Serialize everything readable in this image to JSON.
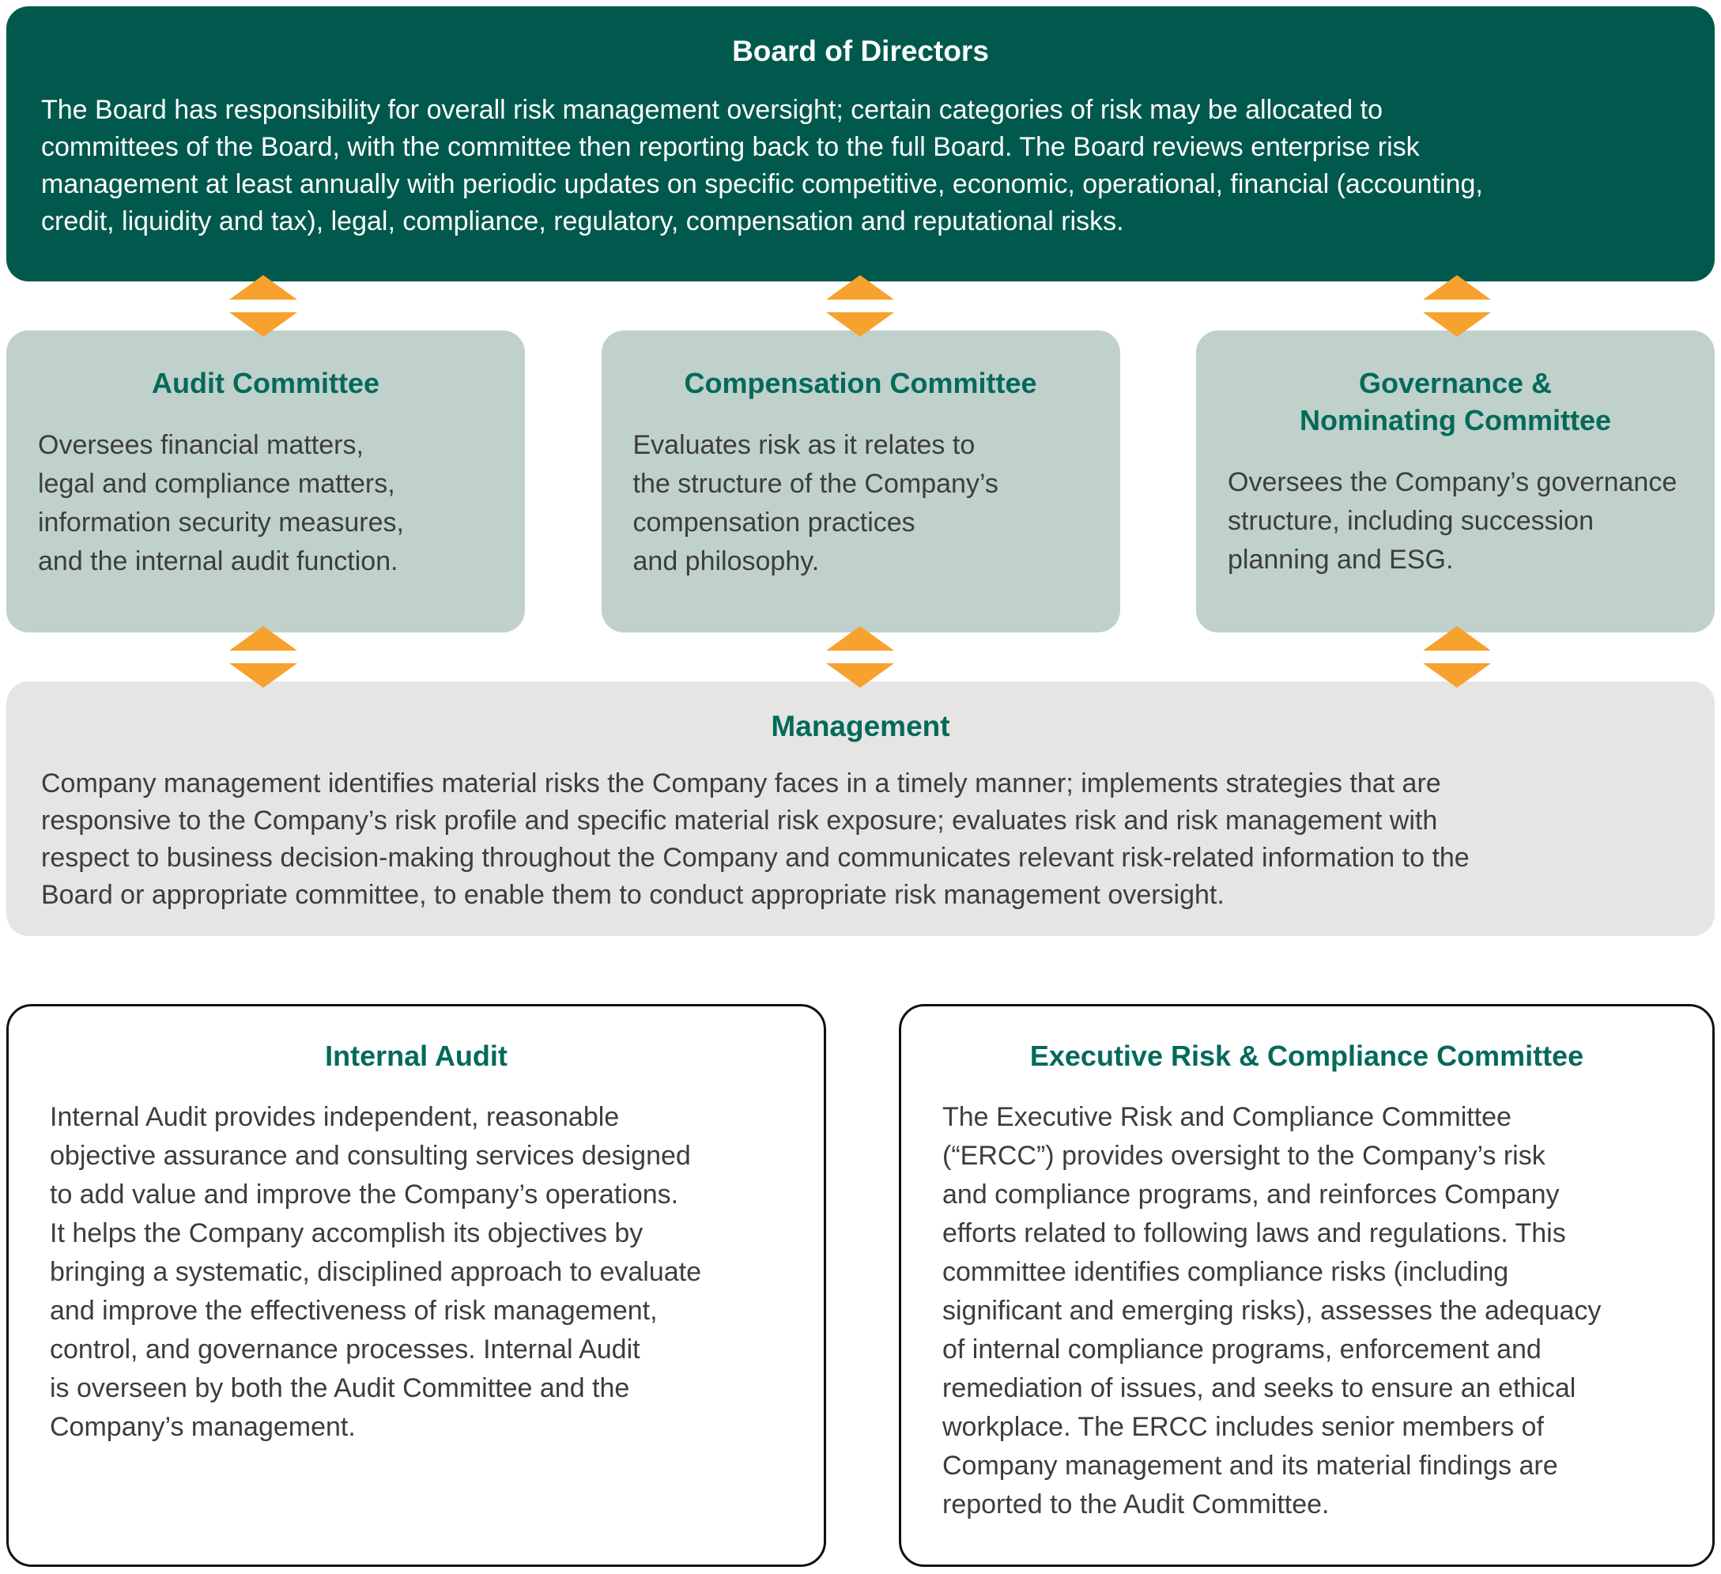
{
  "colors": {
    "board_bg": "#00594c",
    "committee_bg": "#bfd1ca",
    "management_bg": "#e6e5e3",
    "arrow": "#f7a12e",
    "heading": "#046a5a",
    "board_text": "#ffffff",
    "body_text": "#3d3d3d",
    "outline": "#111111"
  },
  "icons": {
    "connector": "up-down-arrow-icon (two orange triangles pointing up and down)"
  },
  "board": {
    "title": "Board of Directors",
    "body": [
      "The Board has responsibility for overall risk management oversight; certain categories of risk may be allocated to",
      "committees of the Board, with the committee then reporting back to the full Board. The Board reviews enterprise risk",
      "management at least annually with periodic updates on specific competitive, economic, operational, financial (accounting,",
      "credit, liquidity and tax), legal, compliance, regulatory, compensation and reputational risks."
    ]
  },
  "committees": [
    {
      "title": "Audit Committee",
      "body": [
        "Oversees financial matters,",
        "legal and compliance matters,",
        "information security measures,",
        "and the internal audit function."
      ]
    },
    {
      "title": "Compensation Committee",
      "body": [
        "Evaluates risk as it relates to",
        "the structure of the Company’s",
        "compensation practices",
        "and philosophy."
      ]
    },
    {
      "title": [
        "Governance &",
        "Nominating Committee"
      ],
      "body": [
        "Oversees the Company’s governance",
        "structure, including succession",
        "planning and ESG."
      ]
    }
  ],
  "management": {
    "title": "Management",
    "body": [
      "Company management identifies material risks the Company faces in a timely manner; implements strategies that are",
      "responsive to the Company’s risk profile and specific material risk exposure; evaluates risk and risk management with",
      "respect to business decision-making throughout the Company and communicates relevant risk-related information to the",
      "Board or appropriate committee, to enable them to conduct appropriate risk management oversight."
    ]
  },
  "bottom_boxes": [
    {
      "title": "Internal Audit",
      "body": [
        "Internal Audit provides independent, reasonable",
        "objective assurance and consulting services designed",
        "to add value and improve the Company’s operations.",
        "It helps the Company accomplish its objectives by",
        "bringing a systematic, disciplined approach to evaluate",
        "and improve the effectiveness of risk management,",
        "control, and governance processes. Internal Audit",
        "is overseen by both the Audit Committee and the",
        "Company’s management."
      ]
    },
    {
      "title": "Executive Risk & Compliance Committee",
      "body": [
        "The Executive Risk and Compliance Committee",
        "(“ERCC”) provides oversight to the Company’s risk",
        "and compliance programs, and reinforces Company",
        "efforts related to following laws and regulations. This",
        "committee identifies compliance risks (including",
        "significant and emerging risks), assesses the adequacy",
        "of internal compliance programs, enforcement and",
        "remediation of issues, and seeks to ensure an ethical",
        "workplace. The ERCC includes senior members of",
        "Company management and its material findings are",
        "reported to the Audit Committee."
      ]
    }
  ]
}
